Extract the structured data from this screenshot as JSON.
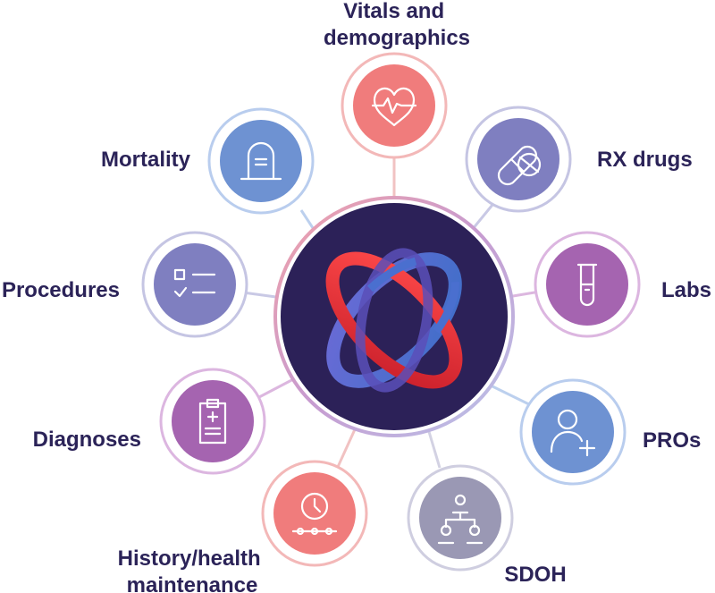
{
  "nodes": [
    {
      "id": "vitals",
      "label_lines": [
        "Vitals and",
        "demographics"
      ],
      "icon": "heart-pulse-icon",
      "color": "#f07c7c",
      "ring": "#f3b8b8"
    },
    {
      "id": "rx",
      "label_lines": [
        "RX drugs"
      ],
      "icon": "pills-icon",
      "color": "#7f7fc0",
      "ring": "#c5c5e3"
    },
    {
      "id": "labs",
      "label_lines": [
        "Labs"
      ],
      "icon": "test-tube-icon",
      "color": "#a564b0",
      "ring": "#dcb6e0"
    },
    {
      "id": "pros",
      "label_lines": [
        "PROs"
      ],
      "icon": "user-plus-icon",
      "color": "#6e92d2",
      "ring": "#b9cdee"
    },
    {
      "id": "sdoh",
      "label_lines": [
        "SDOH"
      ],
      "icon": "network-people-icon",
      "color": "#9a98b4",
      "ring": "#cfcee0"
    },
    {
      "id": "history",
      "label_lines": [
        "History/health",
        "maintenance"
      ],
      "icon": "clock-timeline-icon",
      "color": "#f07c7c",
      "ring": "#f3b8b8"
    },
    {
      "id": "diagnoses",
      "label_lines": [
        "Diagnoses"
      ],
      "icon": "clipboard-icon",
      "color": "#a564b0",
      "ring": "#dcb6e0"
    },
    {
      "id": "procedures",
      "label_lines": [
        "Procedures"
      ],
      "icon": "checklist-icon",
      "color": "#7f7fc0",
      "ring": "#c5c5e3"
    },
    {
      "id": "mortality",
      "label_lines": [
        "Mortality"
      ],
      "icon": "tombstone-icon",
      "color": "#6e92d2",
      "ring": "#b9cdee"
    }
  ],
  "center": {
    "icon": "interlocked-rings-logo",
    "bg": "#2c2158"
  },
  "text_color": "#2b2358"
}
